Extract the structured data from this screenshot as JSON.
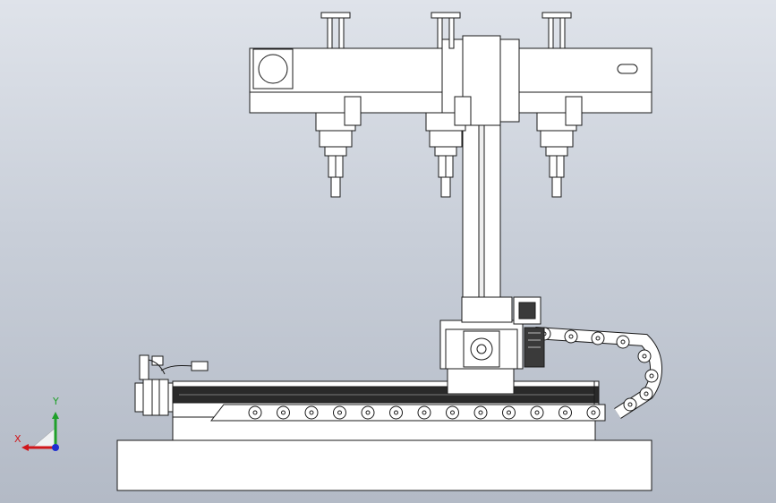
{
  "view": {
    "background_top": "#dfe3ea",
    "background_bottom": "#b3bac6",
    "line_color": "#1a1a1a",
    "part_fill": "#ffffff"
  },
  "triad": {
    "x_label": "X",
    "y_label": "Y",
    "x_color": "#d0161b",
    "y_color": "#1fa02a",
    "z_color": "#1f2fd0"
  },
  "assembly": {
    "gripper_count": 3,
    "chain_links_bottom": 13
  }
}
